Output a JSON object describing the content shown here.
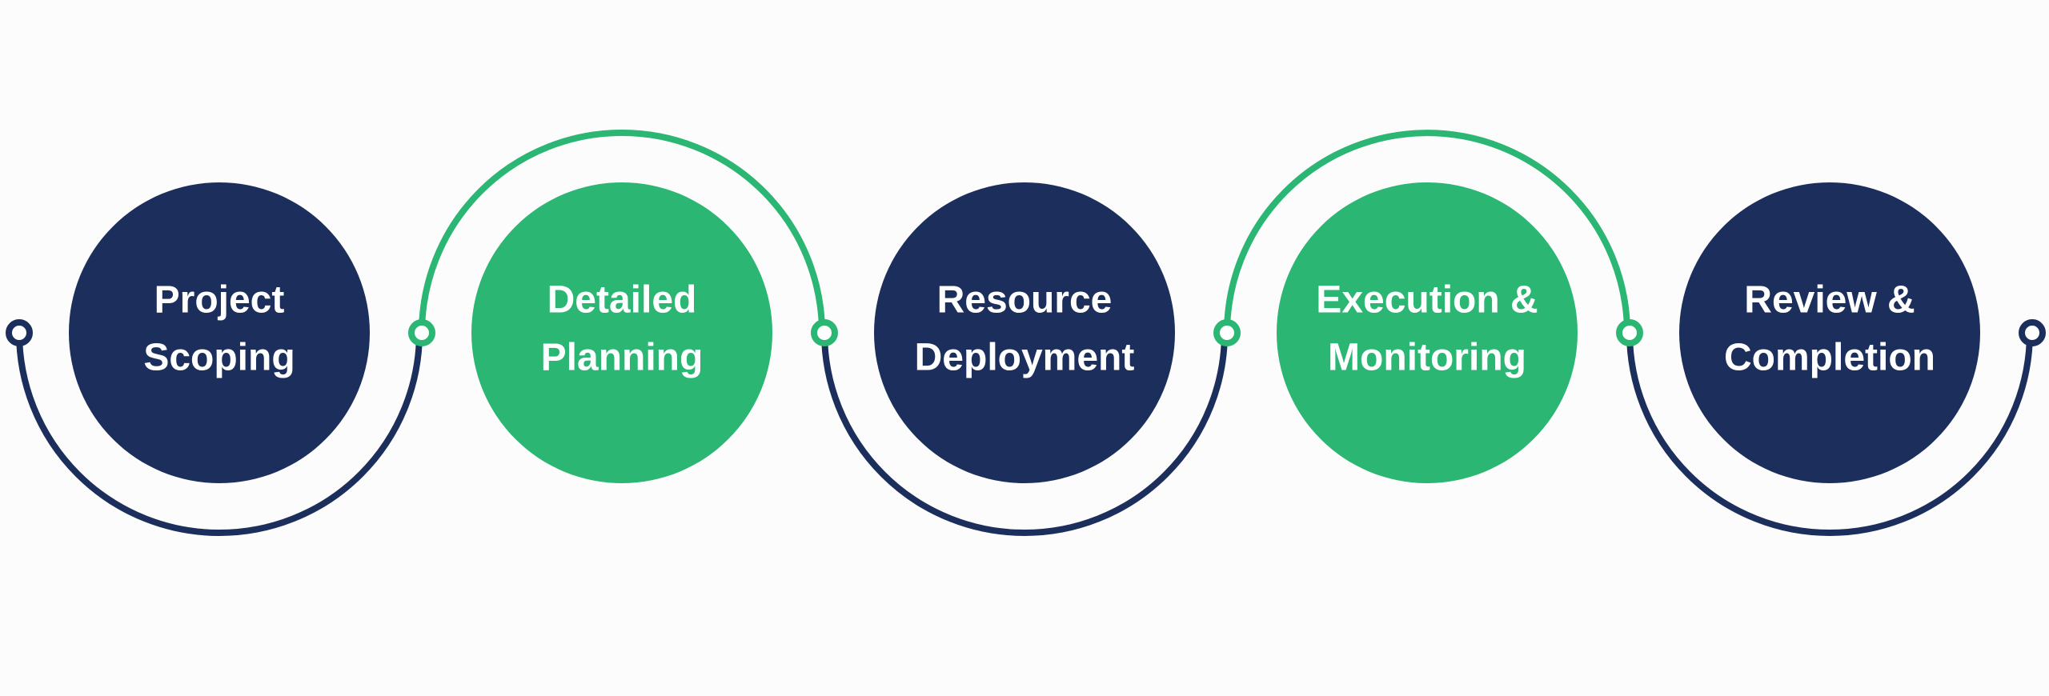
{
  "colors": {
    "navy": "#1c2f5c",
    "green": "#2bb673",
    "text": "#ffffff",
    "background": "#fcfcfc",
    "node_fill": "#ffffff"
  },
  "steps": [
    {
      "line1": "Project",
      "line2": "Scoping",
      "color": "#1c2f5c",
      "arc_side": "bottom"
    },
    {
      "line1": "Detailed",
      "line2": "Planning",
      "color": "#2bb673",
      "arc_side": "top"
    },
    {
      "line1": "Resource",
      "line2": "Deployment",
      "color": "#1c2f5c",
      "arc_side": "bottom"
    },
    {
      "line1": "Execution &",
      "line2": "Monitoring",
      "color": "#2bb673",
      "arc_side": "top"
    },
    {
      "line1": "Review &",
      "line2": "Completion",
      "color": "#1c2f5c",
      "arc_side": "bottom"
    }
  ]
}
